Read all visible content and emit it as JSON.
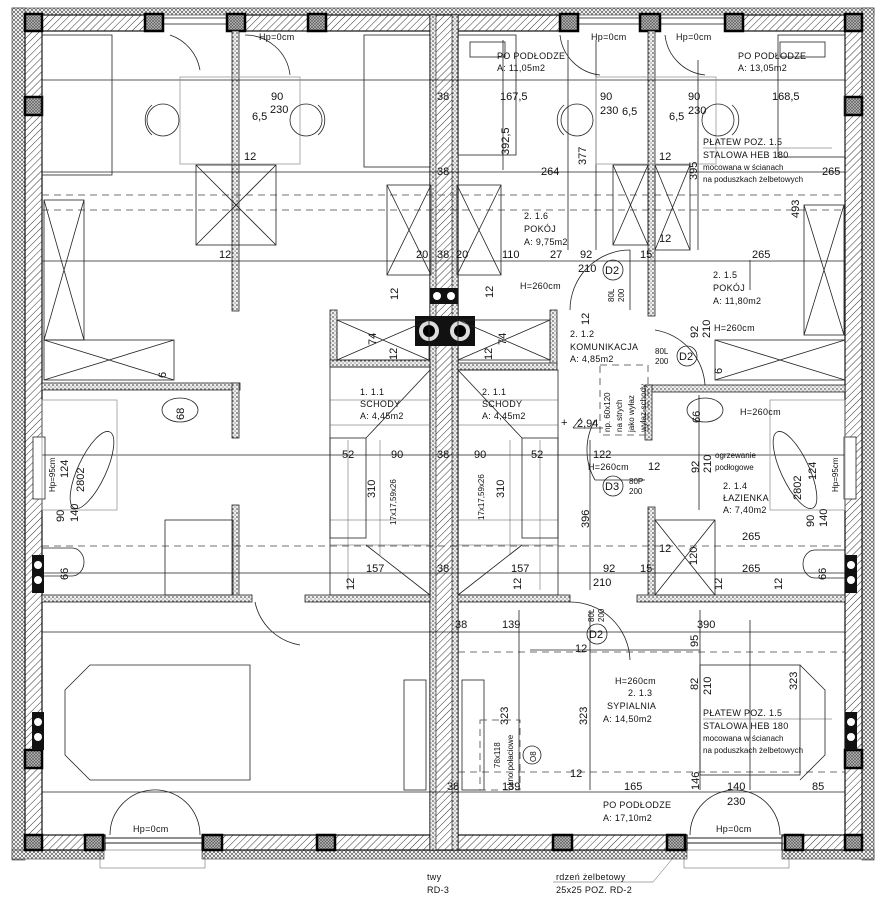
{
  "rooms": {
    "r1": {
      "name": "PO PODŁODZE",
      "area": "A: 11,05m2"
    },
    "r2": {
      "name": "PO PODŁODZE",
      "area": "A: 13,05m2"
    },
    "pokoj16": {
      "num": "2. 1.6",
      "name": "POKÓJ",
      "area": "A: 9,75m2"
    },
    "pokoj15": {
      "num": "2. 1.5",
      "name": "POKÓJ",
      "area": "A: 11,80m2"
    },
    "komunikacja": {
      "num": "2. 1.2",
      "name": "KOMUNIKACJA",
      "area": "A: 4,85m2"
    },
    "schody_l": {
      "num": "1. 1.1",
      "name": "SCHODY",
      "area": "A: 4,45m2"
    },
    "schody_r": {
      "num": "2. 1.1",
      "name": "SCHODY",
      "area": "A: 4,45m2"
    },
    "lazienka": {
      "num": "2. 1.4",
      "name": "ŁAZIENKA",
      "area": "A: 7,40m2"
    },
    "sypialnia": {
      "num": "2. 1.3",
      "name": "SYPIALNIA",
      "area": "A: 14,50m2"
    },
    "r3": {
      "name": "PO PODŁODZE",
      "area": "A: 17,10m2"
    }
  },
  "beam_note": [
    "PŁATEW  POZ. 1.5",
    "STALOWA HEB 180",
    "mocowana w ścianach",
    "na poduszkach żelbetowych"
  ],
  "heating_note": [
    "ogrzewanie",
    "podłogowe"
  ],
  "hatch_note": [
    "np. 60x120",
    "na strych",
    "jako wyłaz",
    "wyłaz-schody"
  ],
  "roof_window": {
    "size": "78x118",
    "type": "okno połaciowe",
    "tag": "O8"
  },
  "core_note": [
    "rdzeń żelbetowy",
    "25x25 POZ. RD-2"
  ],
  "core_note_left": [
    "twy",
    "RD-3"
  ],
  "level_mark": "2,94",
  "hp0": "Hp=0cm",
  "h260": "H=260cm",
  "hp95": "Hp=95cm",
  "doors": [
    {
      "tag": "D2",
      "w": "80L",
      "h": "200"
    },
    {
      "tag": "D2",
      "w": "80L",
      "h": "200"
    },
    {
      "tag": "D3",
      "w": "80P",
      "h": "200"
    },
    {
      "tag": "D2",
      "w": "80L",
      "h": "200"
    }
  ],
  "stairs_spec": "17x17,59x26",
  "dims": [
    "167,5",
    "90",
    "230",
    "6,5",
    "90",
    "230",
    "6,5",
    "168,5",
    "392,5",
    "264",
    "377",
    "12",
    "395",
    "265",
    "493",
    "12",
    "265",
    "20",
    "110",
    "27",
    "92",
    "15",
    "210",
    "12",
    "12",
    "92",
    "210",
    "74",
    "12",
    "6",
    "66",
    "52",
    "122",
    "12",
    "92",
    "210",
    "310",
    "396",
    "2802",
    "124",
    "90",
    "140",
    "265",
    "12",
    "120",
    "157",
    "92",
    "15",
    "265",
    "210",
    "12",
    "12",
    "12",
    "66",
    "38",
    "139",
    "390",
    "12",
    "95",
    "82",
    "210",
    "323",
    "323",
    "323",
    "12",
    "38",
    "139",
    "165",
    "146",
    "140",
    "85",
    "230",
    "38",
    "38",
    "20",
    "38",
    "38",
    "90",
    "38",
    "90",
    "230",
    "6,5",
    "12",
    "12",
    "6",
    "68",
    "12",
    "74",
    "12",
    "52",
    "90",
    "310",
    "157",
    "12",
    "124",
    "2802",
    "90",
    "140",
    "66"
  ]
}
